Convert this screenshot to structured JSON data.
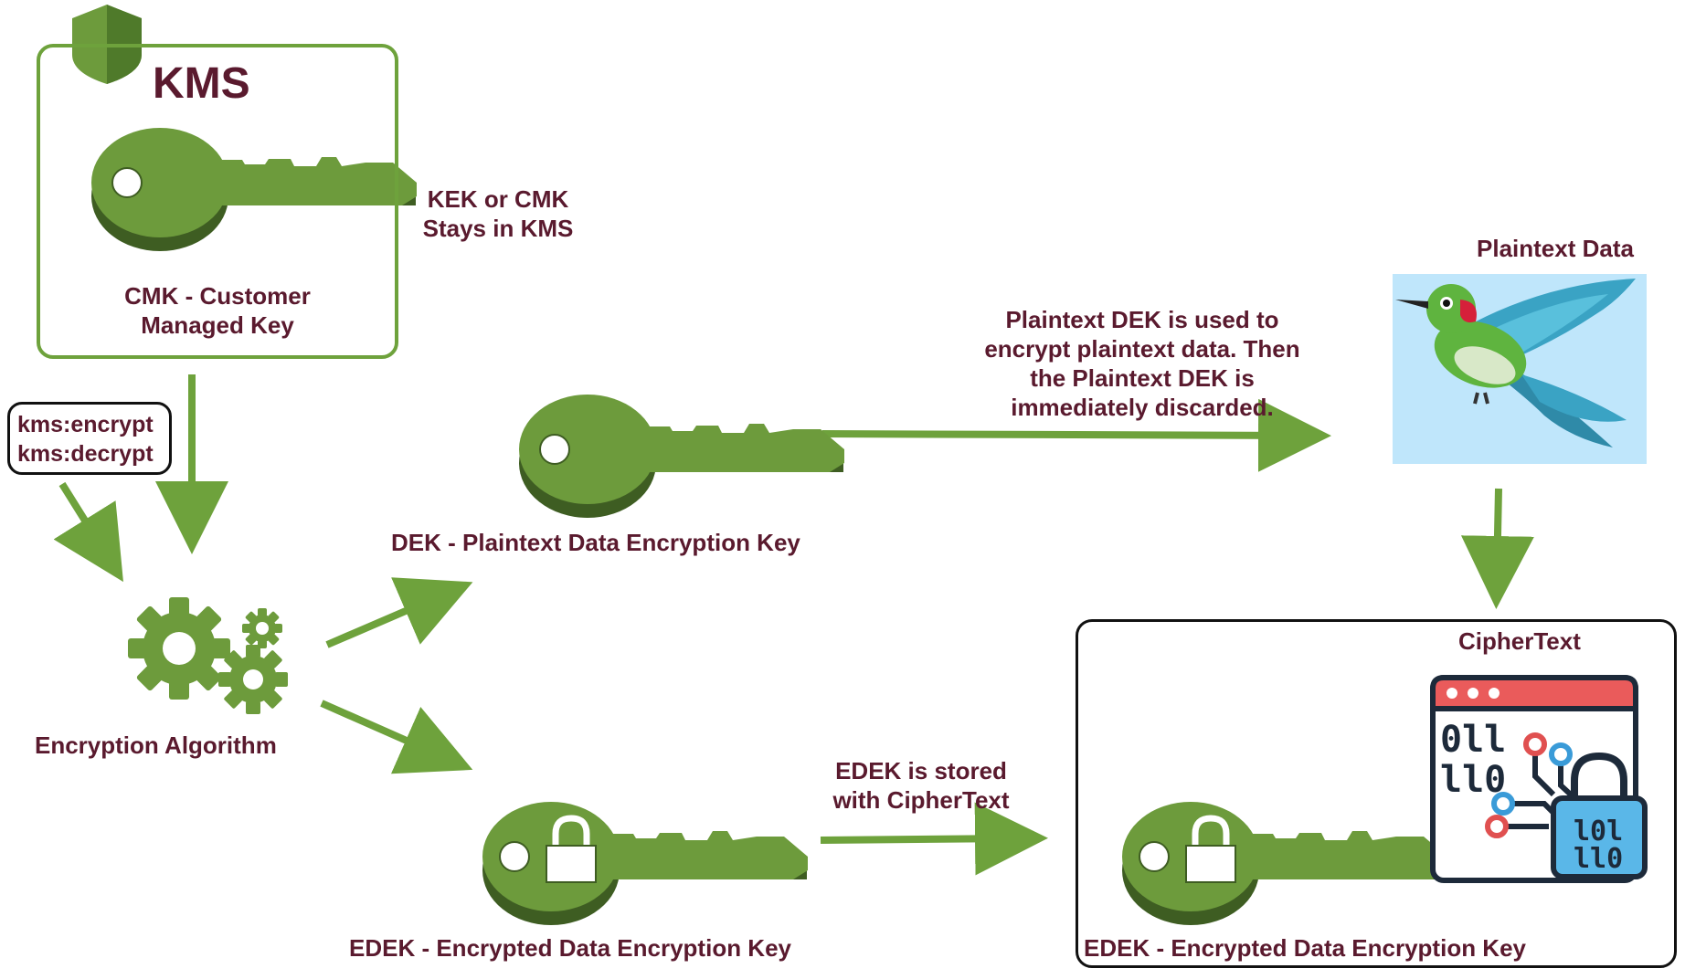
{
  "kms": {
    "title": "KMS",
    "cmk_label_line1": "CMK - Customer",
    "cmk_label_line2": "Managed Key"
  },
  "kek_note": {
    "line1": "KEK or CMK",
    "line2": "Stays in KMS"
  },
  "permissions": {
    "line1": "kms:encrypt",
    "line2": "kms:decrypt"
  },
  "algorithm": {
    "label": "Encryption Algorithm"
  },
  "dek": {
    "label": "DEK - Plaintext Data Encryption Key"
  },
  "edek": {
    "label": "EDEK - Encrypted Data Encryption Key"
  },
  "dek_note": {
    "line1": "Plaintext DEK is used to",
    "line2": "encrypt plaintext data. Then",
    "line3": "the Plaintext DEK is",
    "line4": "immediately discarded."
  },
  "plaintext": {
    "label": "Plaintext Data"
  },
  "edek_note": {
    "line1": "EDEK is stored",
    "line2": "with CipherText"
  },
  "ciphertext": {
    "label": "CipherText",
    "edek_label": "EDEK - Encrypted Data Encryption Key",
    "binary_top_1": "0ll",
    "binary_top_2": "ll0",
    "binary_lock_1": "l0l",
    "binary_lock_2": "ll0"
  },
  "colors": {
    "arrow": "#6ea23c",
    "key": "#6d9b3c",
    "key_dark": "#3e5d22",
    "text": "#5a1a2e"
  },
  "icons": [
    "kms-shield-icon",
    "key-icon",
    "locked-key-icon",
    "gears-icon",
    "hummingbird-icon",
    "code-lock-icon"
  ]
}
